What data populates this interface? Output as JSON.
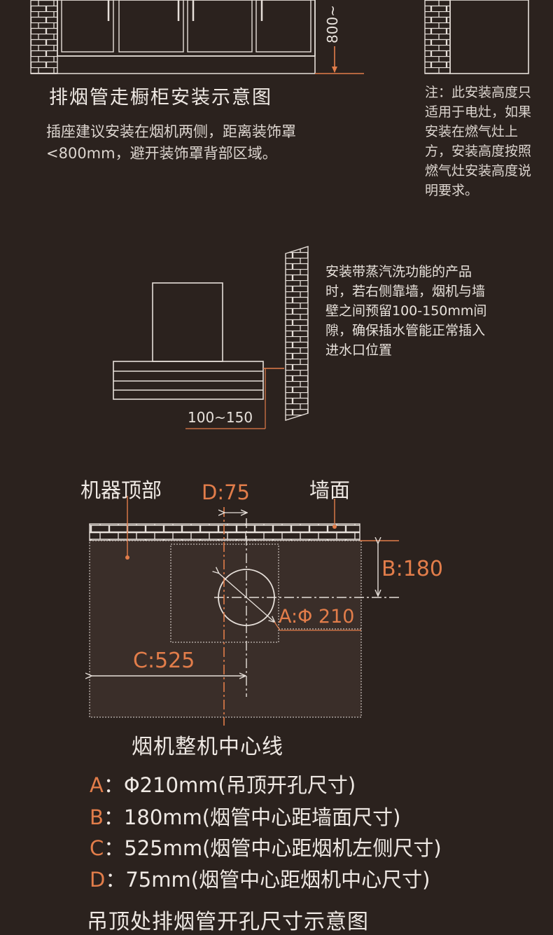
{
  "cabinet_section": {
    "height_label": "800~",
    "caption": "排烟管走橱柜安装示意图",
    "description": "插座建议安装在烟机两侧，距离装饰罩<800mm，避开装饰罩背部区域。",
    "side_note": "注：此安装高度只适用于电灶，如果安装在燃气灶上方，安装高度按照燃气灶安装高度说明要求。"
  },
  "steam_section": {
    "note": "安装带蒸汽洗功能的产品时，若右侧靠墙，烟机与墙壁之间预留100-150mm间隙，确保插水管能正常插入进水口位置",
    "gap_label": "100~150"
  },
  "ceiling_diagram": {
    "label_top": "机器顶部",
    "label_d": "D:75",
    "label_wall": "墙面",
    "label_b": "B:180",
    "label_a": "A:Φ 210",
    "label_c": "C:525",
    "center_line_label": "烟机整机中心线"
  },
  "legend": [
    {
      "key": "A",
      "sep": "：",
      "text": "Φ210mm(吊顶开孔尺寸)"
    },
    {
      "key": "B",
      "sep": "：",
      "text": "180mm(烟管中心距墙面尺寸)"
    },
    {
      "key": "C",
      "sep": "：",
      "text": "525mm(烟管中心距烟机左侧尺寸)"
    },
    {
      "key": "D",
      "sep": "：",
      "text": "75mm(烟管中心距烟机中心尺寸)"
    }
  ],
  "bottom_title": "吊顶处排烟管开孔尺寸示意图",
  "colors": {
    "background": "#2b221e",
    "accent": "#e27d4a",
    "line": "#e6dfd9"
  }
}
